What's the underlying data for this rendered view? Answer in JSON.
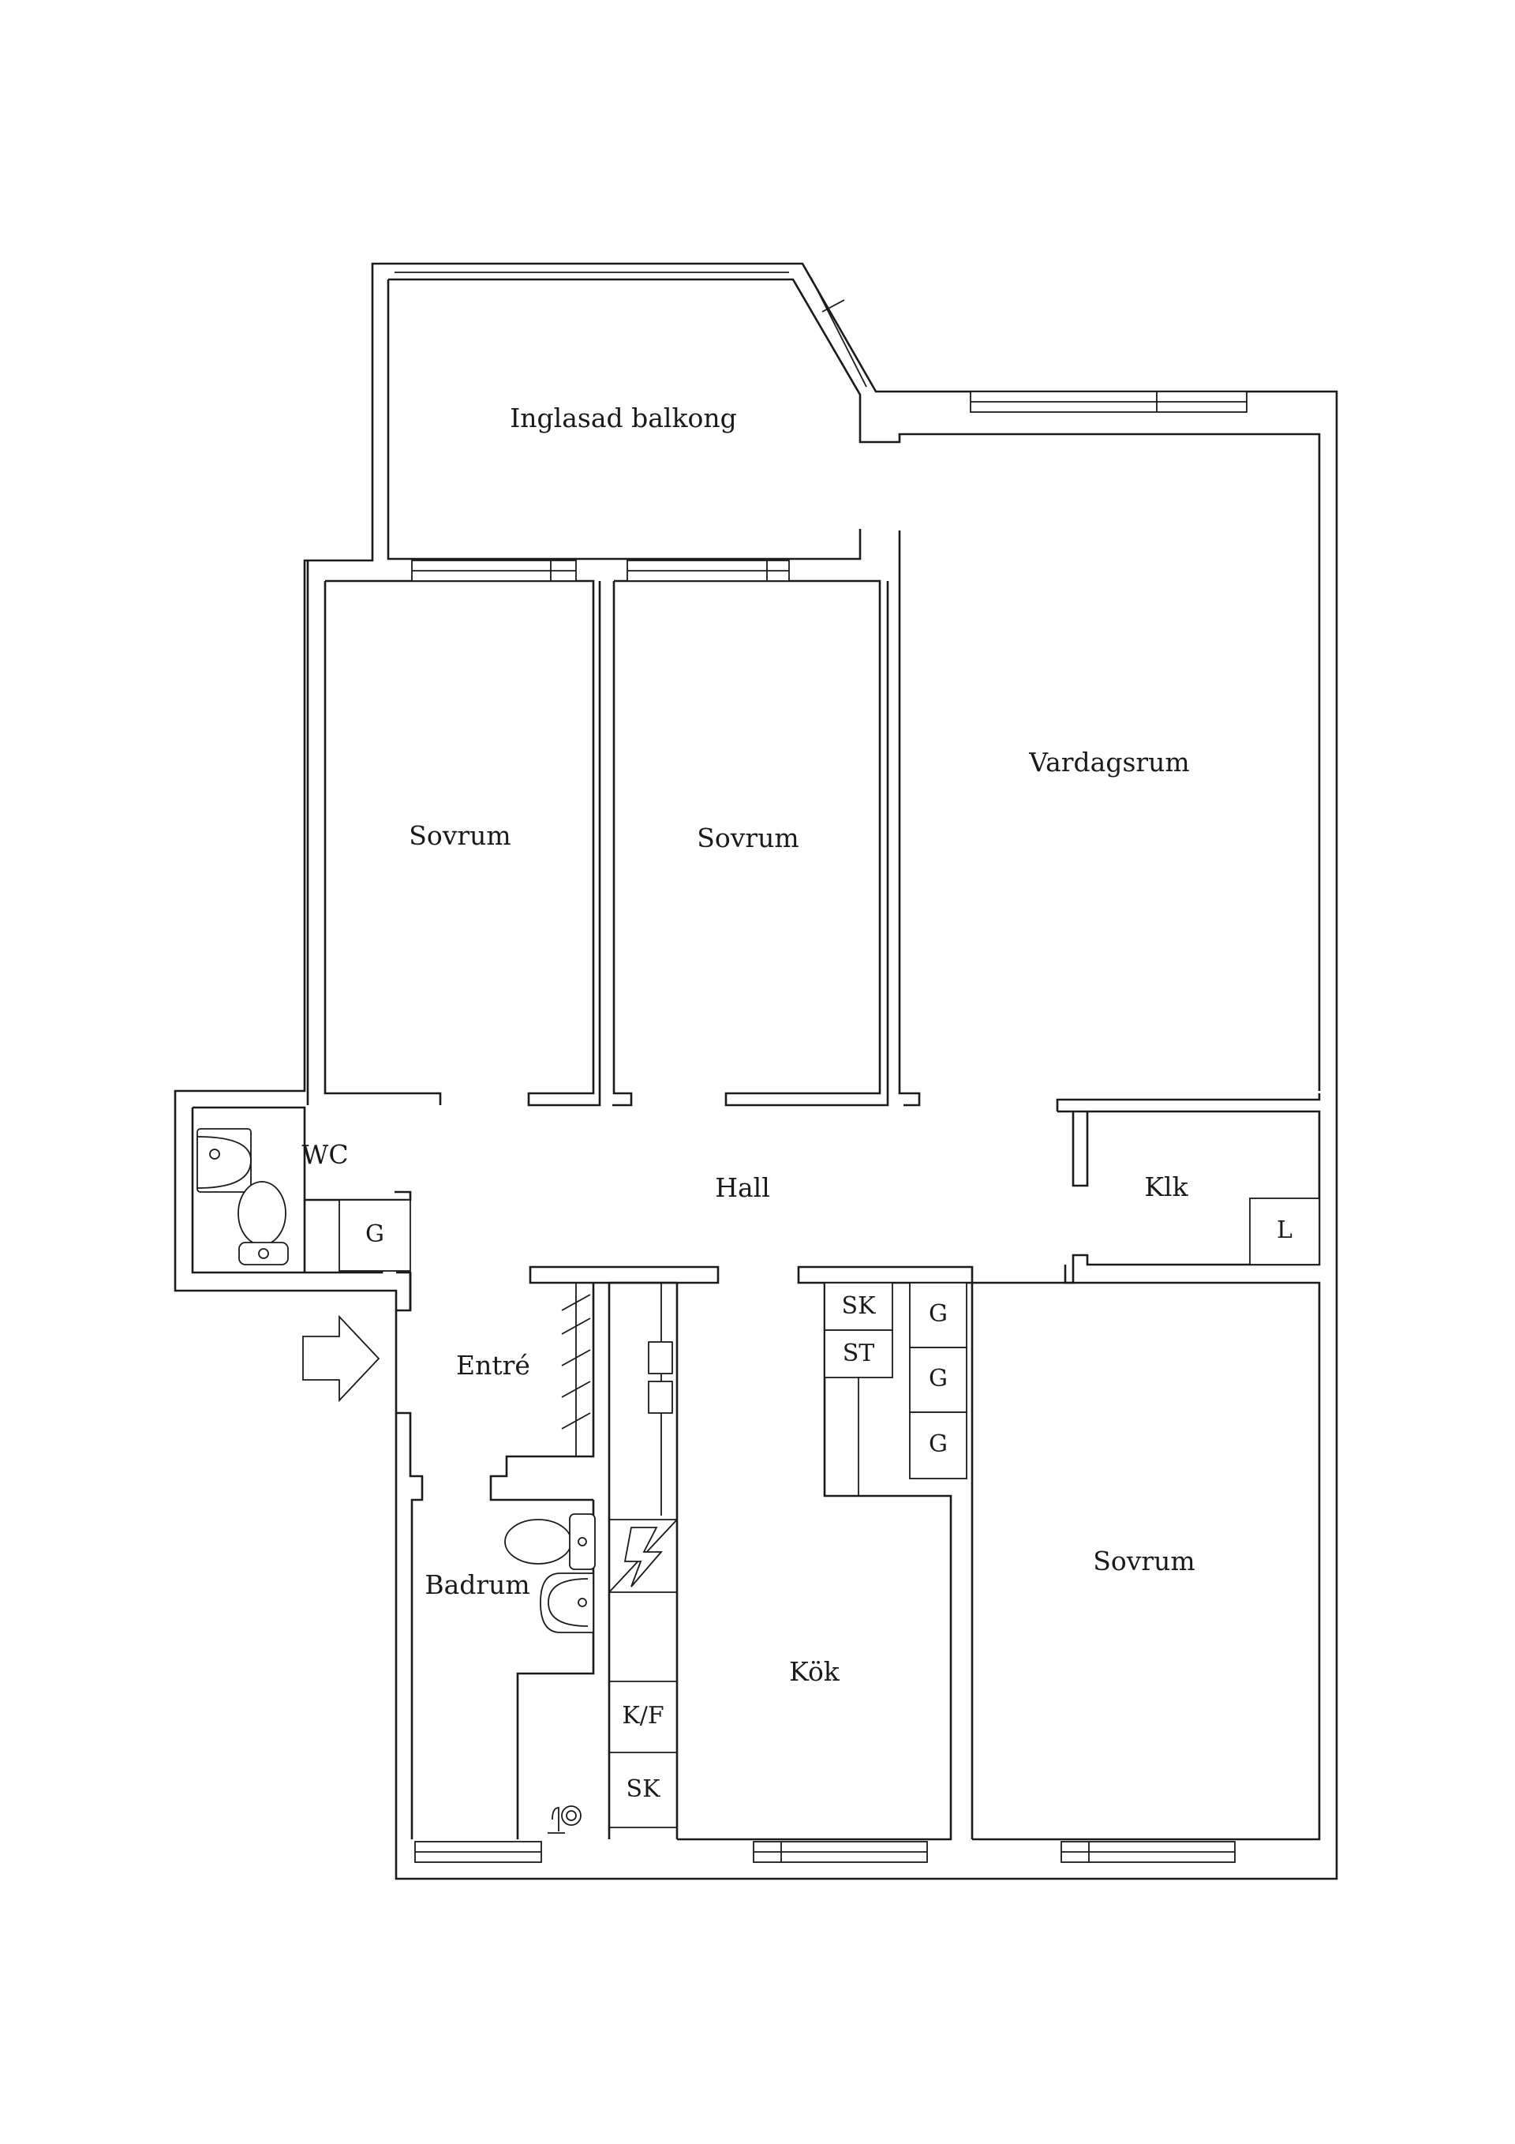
{
  "rooms": {
    "balcony": "Inglasad balkong",
    "bedroom_1": "Sovrum",
    "bedroom_2": "Sovrum",
    "living_room": "Vardagsrum",
    "wc": "WC",
    "hall": "Hall",
    "closet": "Klk",
    "entrance": "Entré",
    "bathroom": "Badrum",
    "kitchen": "Kök",
    "bedroom_3": "Sovrum"
  },
  "fixtures": {
    "wardrobe_wc": "G",
    "closet_l": "L",
    "sk_1": "SK",
    "st": "ST",
    "g_1": "G",
    "g_2": "G",
    "g_3": "G",
    "kf": "K/F",
    "sk_2": "SK"
  },
  "icons": {
    "entrance_arrow": "entrance-arrow-icon",
    "electric_panel": "lightning-icon",
    "toilet": "toilet-icon",
    "sink": "sink-icon"
  }
}
